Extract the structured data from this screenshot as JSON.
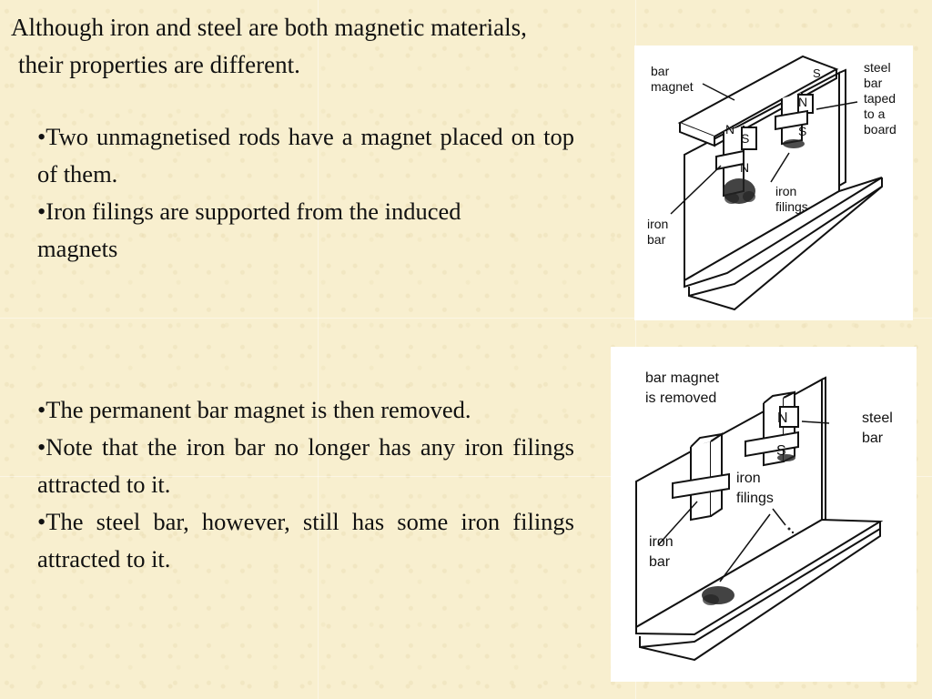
{
  "slide": {
    "title_line1": "Although iron and steel are both magnetic materials,",
    "title_line2": "their properties are different.",
    "section1": {
      "bullet1": "•Two unmagnetised rods have a magnet placed on top of them.",
      "bullet2": "•Iron filings are supported from the induced magnets"
    },
    "section2": {
      "bullet1": "•The permanent bar magnet is then removed.",
      "bullet2": "•Note that the iron bar no longer has any iron filings attracted to it.",
      "bullet3": "•The steel bar, however, still has some iron filings attracted to it."
    }
  },
  "figure1": {
    "labels": {
      "bar_magnet": "bar\nmagnet",
      "s_top": "S",
      "steel_bar": "steel\nbar\ntaped\nto a\nboard",
      "n_right": "N",
      "s_right": "S",
      "n_left": "N",
      "s_left": "S",
      "n_lower": "N",
      "iron_filings": "iron\nfilings",
      "iron_bar": "iron\nbar"
    }
  },
  "figure2": {
    "labels": {
      "removed": "bar magnet\nis removed",
      "n_right": "N",
      "s_right": "S",
      "steel_bar": "steel\nbar",
      "iron_filings": "iron\nfilings",
      "iron_bar": "iron\nbar"
    }
  }
}
